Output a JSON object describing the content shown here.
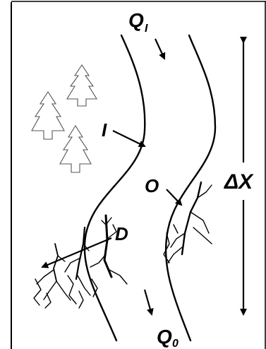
{
  "labels": {
    "q_in": "Q",
    "q_in_sub": "I",
    "inflow": "I",
    "outflow": "O",
    "distance": "ΔX",
    "diversion": "D",
    "q_out": "Q",
    "q_out_sub": "0"
  }
}
